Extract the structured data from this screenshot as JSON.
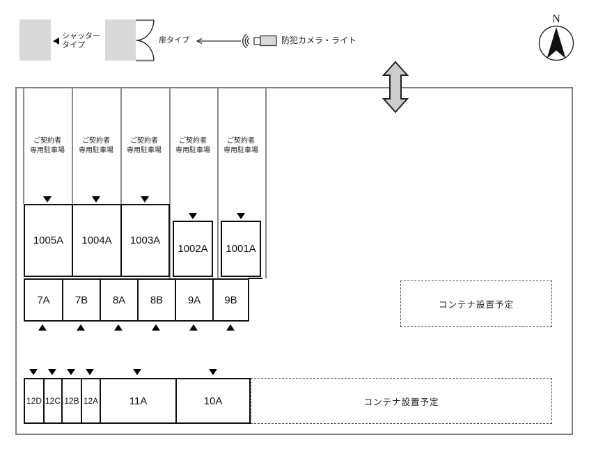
{
  "legend": {
    "shutter": "シャッター\nタイプ",
    "door": "扉タイプ",
    "camera": "防犯カメラ・ライト"
  },
  "compass": {
    "north": "N"
  },
  "site": {
    "parking_column_label": "ご契約者\n専用駐車場"
  },
  "units": {
    "large": [
      "1005A",
      "1004A",
      "1003A",
      "1002A",
      "1001A"
    ],
    "middle": [
      "7A",
      "7B",
      "8A",
      "8B",
      "9A",
      "9B"
    ],
    "bottom": [
      "12D",
      "12C",
      "12B",
      "12A",
      "11A",
      "10A"
    ]
  },
  "container_areas": {
    "upper": "コンテナ設置予定",
    "lower": "コンテナ設置予定"
  },
  "colors": {
    "boundary": "#808080",
    "unit_border": "#111111",
    "legend_fill": "#d9d9d9",
    "arrow_fill": "#cccccc"
  }
}
